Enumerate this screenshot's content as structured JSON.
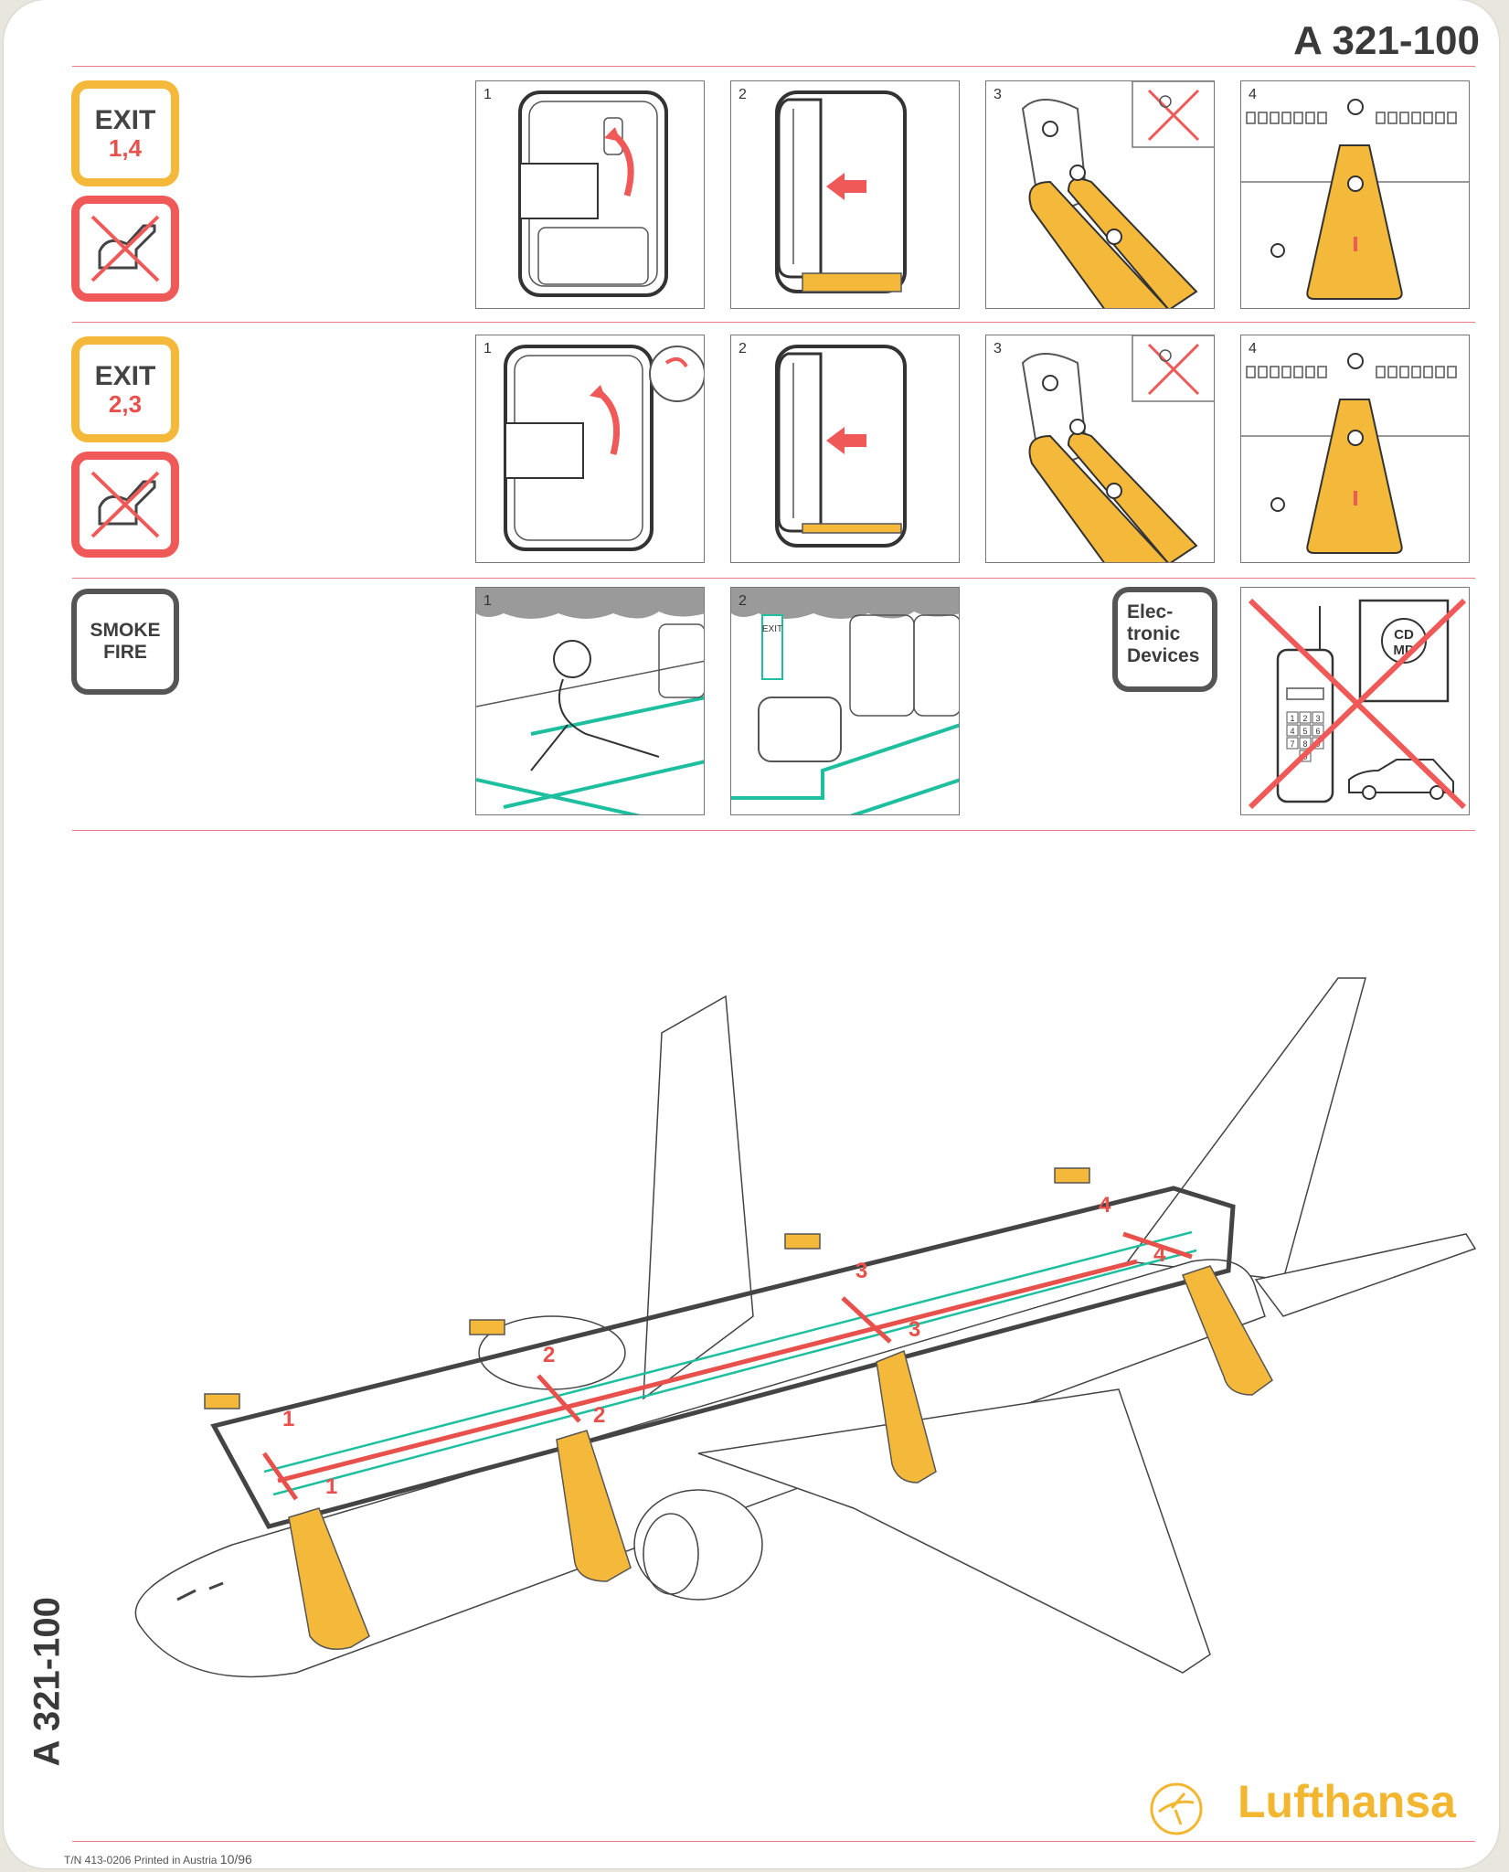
{
  "header": {
    "title": "A 321-100"
  },
  "badges": {
    "exit_a": {
      "word": "EXIT",
      "nums": "1,4"
    },
    "exit_b": {
      "word": "EXIT",
      "nums": "2,3"
    },
    "smoke": {
      "line1": "SMOKE",
      "line2": "FIRE"
    },
    "electronic": {
      "line1": "Elec-",
      "line2": "tronic",
      "line3": "Devices"
    }
  },
  "panels": {
    "row1": [
      "1",
      "2",
      "3",
      "4"
    ],
    "row2": [
      "1",
      "2",
      "3",
      "4"
    ],
    "row3": [
      "1",
      "2"
    ]
  },
  "signs": {
    "exit_sign": "EXIT",
    "cd": "CD",
    "md": "MD",
    "keypad": [
      "1",
      "2",
      "3",
      "4",
      "5",
      "6",
      "7",
      "8",
      "9",
      "0"
    ]
  },
  "diagram": {
    "exit_labels": [
      "1",
      "1",
      "2",
      "2",
      "3",
      "3",
      "4",
      "4"
    ]
  },
  "side_title": "A 321-100",
  "brand": {
    "name": "Lufthansa"
  },
  "footer": {
    "text": "T/N 413-0206 Printed in Austria",
    "date": "10/96"
  },
  "colors": {
    "exit_yellow": "#f4b93a",
    "alert_red": "#ef5a58",
    "arrow_red": "#e8504c",
    "floor_green": "#1dbf9f",
    "brand_yellow": "#f2b631"
  }
}
